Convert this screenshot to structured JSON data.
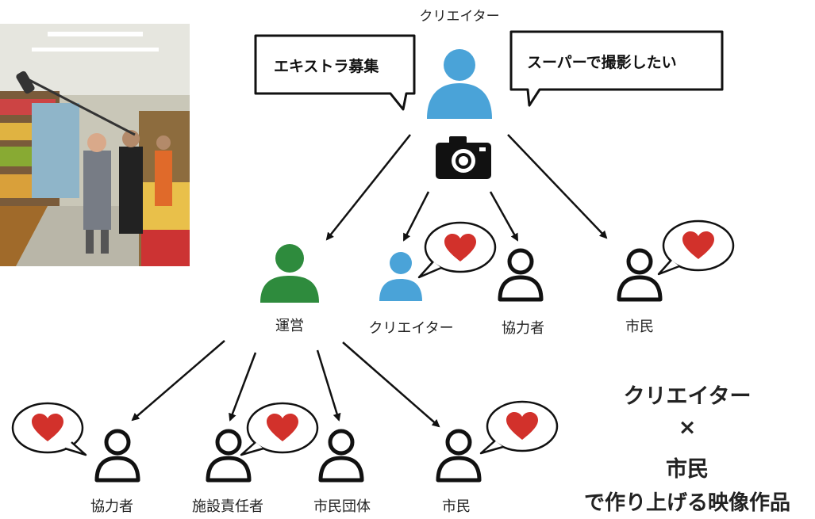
{
  "top_creator": {
    "label": "クリエイター"
  },
  "bubbles": {
    "left": "エキストラ募集",
    "right": "スーパーで撮影したい"
  },
  "level2": {
    "operation": "運営",
    "creator": "クリエイター",
    "collaborator": "協力者",
    "citizen": "市民"
  },
  "level3": {
    "collaborator": "協力者",
    "facility_manager": "施設責任者",
    "citizen_group": "市民団体",
    "citizen": "市民"
  },
  "summary": {
    "line1": "クリエイター",
    "line2": "×",
    "line3": "市民",
    "line4": "で作り上げる映像作品"
  },
  "colors": {
    "creator_blue": "#4aa3d8",
    "operation_green": "#2e8b3d",
    "heart_red": "#d2312b"
  },
  "icons": {
    "photo": "supermarket-filming-photo",
    "camera": "camera-icon",
    "heart": "heart-icon"
  }
}
